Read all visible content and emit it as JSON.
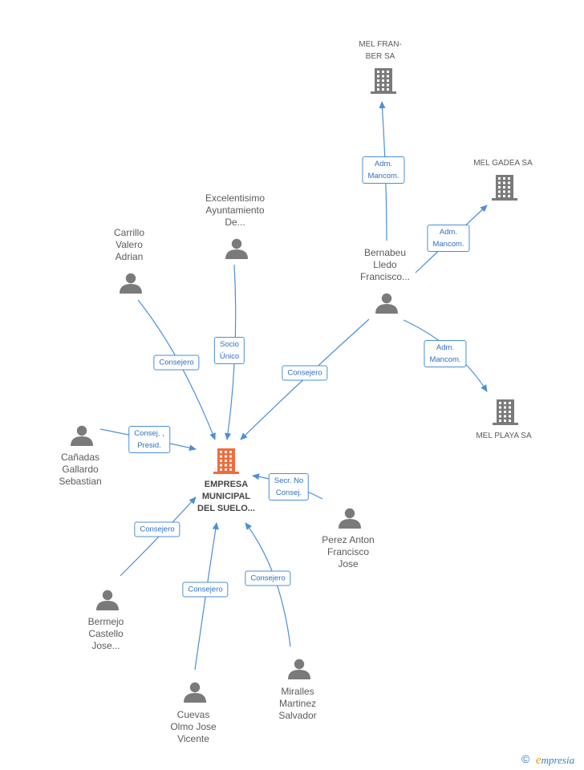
{
  "center": {
    "name": "EMPRESA\nMUNICIPAL\nDEL SUELO...",
    "color": "#f26b3a"
  },
  "companies": [
    {
      "id": "mel-franber",
      "name": "MEL FRAN-\nBER SA"
    },
    {
      "id": "mel-gadea",
      "name": "MEL GADEA SA"
    },
    {
      "id": "mel-playa",
      "name": "MEL PLAYA SA"
    }
  ],
  "people": [
    {
      "id": "excelentisimo",
      "name": "Excelentisimo\nAyuntamiento\nDe..."
    },
    {
      "id": "carrillo",
      "name": "Carrillo\nValero\nAdrian"
    },
    {
      "id": "bernabeu",
      "name": "Bernabeu\nLledo\nFrancisco..."
    },
    {
      "id": "canadas",
      "name": "Cañadas\nGallardo\nSebastian"
    },
    {
      "id": "perez",
      "name": "Perez Anton\nFrancisco\nJose"
    },
    {
      "id": "bermejo",
      "name": "Bermejo\nCastello\nJose..."
    },
    {
      "id": "miralles",
      "name": "Miralles\nMartinez\nSalvador"
    },
    {
      "id": "cuevas",
      "name": "Cuevas\nOlmo Jose\nVicente"
    }
  ],
  "edges": [
    {
      "from": "excelentisimo",
      "to": "center",
      "label": "Socio\nÚnico"
    },
    {
      "from": "carrillo",
      "to": "center",
      "label": "Consejero"
    },
    {
      "from": "bernabeu",
      "to": "center",
      "label": "Consejero"
    },
    {
      "from": "canadas",
      "to": "center",
      "label": "Consej. ,\nPresid."
    },
    {
      "from": "perez",
      "to": "center",
      "label": "Secr.  No\nConsej."
    },
    {
      "from": "bermejo",
      "to": "center",
      "label": "Consejero"
    },
    {
      "from": "miralles",
      "to": "center",
      "label": "Consejero"
    },
    {
      "from": "cuevas",
      "to": "center",
      "label": "Consejero"
    },
    {
      "from": "bernabeu",
      "to": "mel-franber",
      "label": "Adm.\nMancom."
    },
    {
      "from": "bernabeu",
      "to": "mel-gadea",
      "label": "Adm.\nMancom."
    },
    {
      "from": "bernabeu",
      "to": "mel-playa",
      "label": "Adm.\nMancom."
    }
  ],
  "colors": {
    "edge": "#4a8fd8",
    "icon": "#7a7a7a",
    "label_text": "#2f6fbf"
  },
  "footer": {
    "copyright": "©",
    "brand_initial": "e",
    "brand_rest": "mpresia"
  }
}
